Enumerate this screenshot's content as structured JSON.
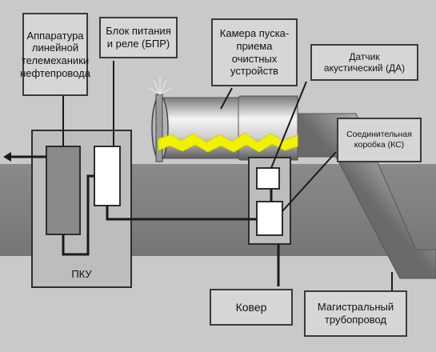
{
  "labels": {
    "telemechanics": "Аппаратура\nлинейной\nтелемеханики\nнефтепровода",
    "power_block": "Блок питания\nи реле (БПР)",
    "launch_chamber": "Камера пуска-\nприема\nочистных\nустройств",
    "acoustic_sensor": "Датчик\nакустический (ДА)",
    "junction_box": "Соединительная\nкоробка (КС)",
    "pku": "ПКУ",
    "cover": "Ковер",
    "main_pipeline": "Магистральный\nтрубопровод"
  },
  "colors": {
    "background": "#c9c9c9",
    "ground": "#808080",
    "flash": "#f2f200",
    "label_fill": "#d6d6d6"
  }
}
